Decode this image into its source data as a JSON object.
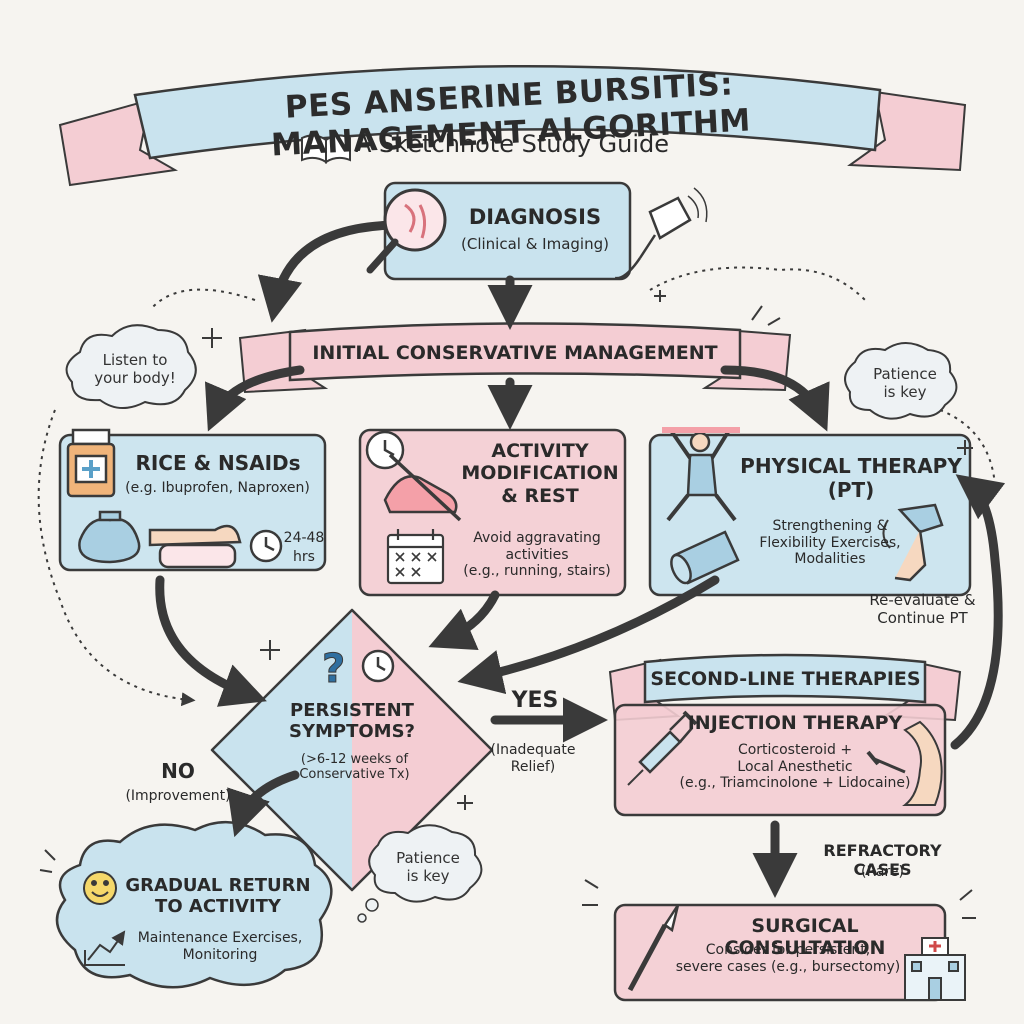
{
  "header": {
    "title": "PES ANSERINE BURSITIS: MANAGEMENT ALGORITHM",
    "subtitle": "A Sketchnote Study Guide"
  },
  "diagnosis": {
    "title": "DIAGNOSIS",
    "detail": "(Clinical & Imaging)"
  },
  "initial": {
    "title": "INITIAL CONSERVATIVE MANAGEMENT"
  },
  "rice": {
    "title": "RICE & NSAIDs",
    "detail": "(e.g. Ibuprofen, Naproxen)",
    "duration": "24-48",
    "duration_unit": "hrs"
  },
  "activity": {
    "title_lines": [
      "ACTIVITY",
      "MODIFICATION",
      "& REST"
    ],
    "detail_lines": [
      "Avoid aggravating",
      "activities",
      "(e.g., running, stairs)"
    ]
  },
  "pt": {
    "title_lines": [
      "PHYSICAL THERAPY",
      "(PT)"
    ],
    "detail_lines": [
      "Strengthening &",
      "Flexibility Exercises,",
      "Modalities"
    ]
  },
  "reevaluate": [
    "Re-evaluate &",
    "Continue PT"
  ],
  "decision": {
    "title_lines": [
      "PERSISTENT",
      "SYMPTOMS?"
    ],
    "detail_lines": [
      "(>6-12 weeks of",
      "Conservative Tx)"
    ]
  },
  "yes_branch": {
    "label": "YES",
    "detail_lines": [
      "(Inadequate",
      "Relief)"
    ]
  },
  "no_branch": {
    "label": "NO",
    "detail": "(Improvement)"
  },
  "second_line": {
    "banner": "SECOND-LINE THERAPIES"
  },
  "injection": {
    "title": "INJECTION THERAPY",
    "detail_lines": [
      "Corticosteroid +",
      "Local Anesthetic",
      "(e.g., Triamcinolone + Lidocaine)"
    ]
  },
  "refractory": {
    "label": "REFRACTORY CASES",
    "detail": "(Rare)"
  },
  "surgical": {
    "title": "SURGICAL CONSULTATION",
    "detail_lines": [
      "Consider for persistent,",
      "severe cases (e.g., bursectomy)"
    ]
  },
  "return_activity": {
    "title_lines": [
      "GRADUAL RETURN",
      "TO ACTIVITY"
    ],
    "detail_lines": [
      "Maintenance Exercises,",
      "Monitoring"
    ]
  },
  "clouds": {
    "listen": [
      "Listen to",
      "your body!"
    ],
    "patience_top": [
      "Patience",
      "is key"
    ],
    "patience_bottom": [
      "Patience",
      "is key"
    ]
  },
  "icons": [
    "book-icon",
    "magnifier-knee-icon",
    "ultrasound-probe-icon",
    "pill-bottle-icon",
    "ice-pack-icon",
    "elevated-leg-icon",
    "clock-icon",
    "crossed-shoe-icon",
    "calendar-icon",
    "exercise-figure-icon",
    "foam-roller-icon",
    "knee-stretch-icon",
    "question-mark-icon",
    "syringe-icon",
    "knee-injection-icon",
    "scalpel-icon",
    "hospital-icon",
    "smiley-icon",
    "trend-chart-icon"
  ],
  "colors": {
    "blue": "#c9e3ee",
    "pink": "#f4cdd3",
    "ink": "#2a2a2a",
    "background": "#f6f4f0"
  }
}
